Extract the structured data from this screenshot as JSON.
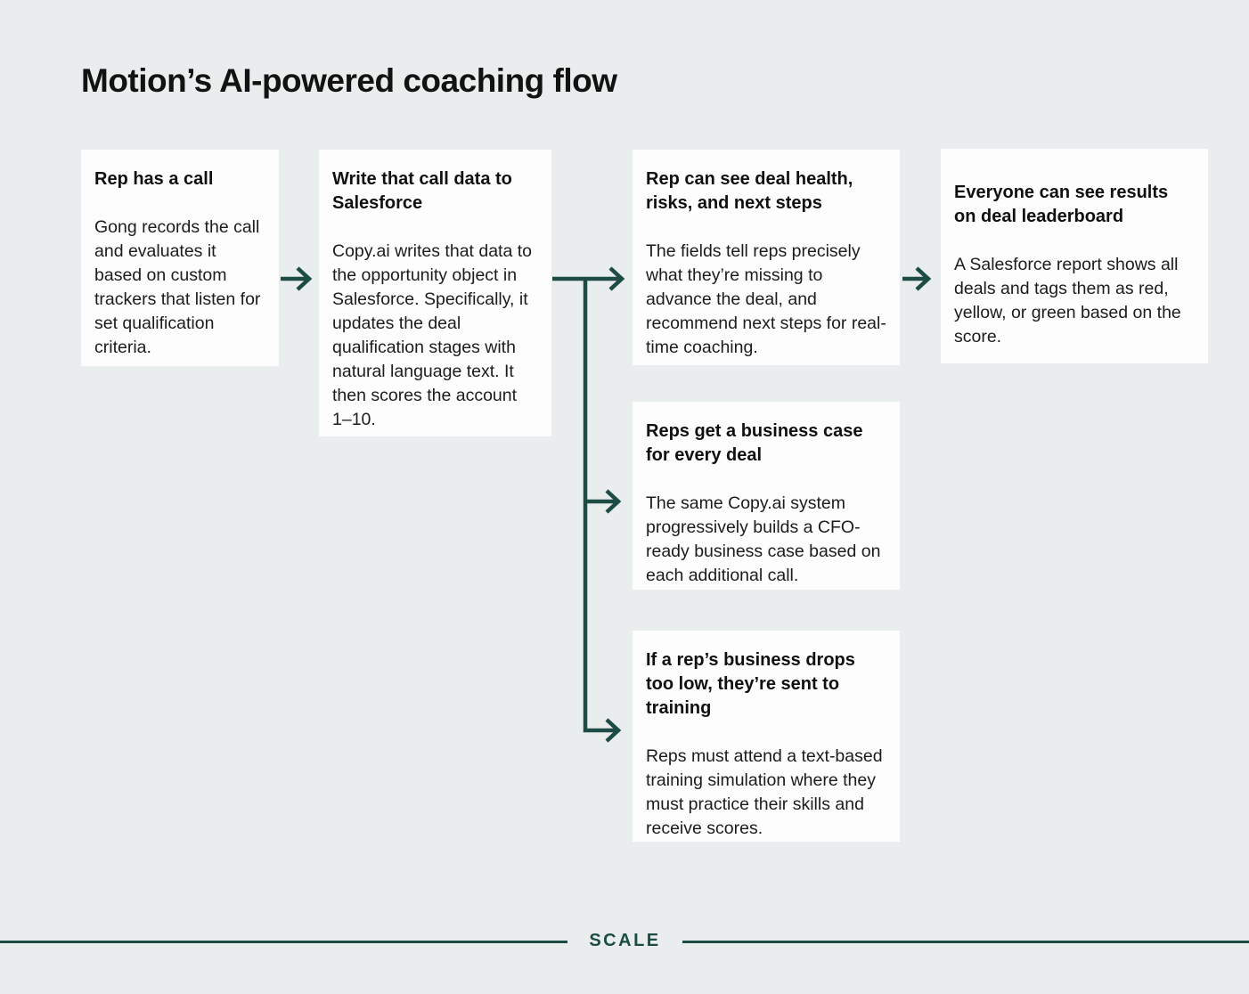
{
  "page": {
    "title": "Motion’s AI-powered coaching flow",
    "footer_brand": "SCALE",
    "colors": {
      "background": "#e9edee",
      "card": "#fdfdfd",
      "accent": "#1d4c44",
      "text": "#161616"
    }
  },
  "flow": {
    "steps": [
      {
        "title": "Rep has a call",
        "body": "Gong records the call and evaluates it based on custom trackers that listen for set qualification criteria."
      },
      {
        "title": "Write that call data to Salesforce",
        "body": "Copy.ai writes that data to the opportunity object in Salesforce. Specifically, it updates the deal qualification stages with natural language text. It then scores the account 1–10."
      },
      {
        "title": "Rep can see deal health, risks, and next steps",
        "body": "The fields tell reps precisely what they’re missing to advance the deal, and recommend next steps for real-time coaching."
      },
      {
        "title": "Everyone can see results on deal leaderboard",
        "body": "A Salesforce report shows all deals and tags them as red, yellow, or green based on the score."
      },
      {
        "title": "Reps get a business case for every deal",
        "body": "The same Copy.ai system progressively builds a CFO-ready business case based on each additional call."
      },
      {
        "title": "If a rep’s business drops too low, they’re sent to training",
        "body": "Reps must attend a text-based training simulation where they must practice their skills and receive scores."
      }
    ]
  }
}
